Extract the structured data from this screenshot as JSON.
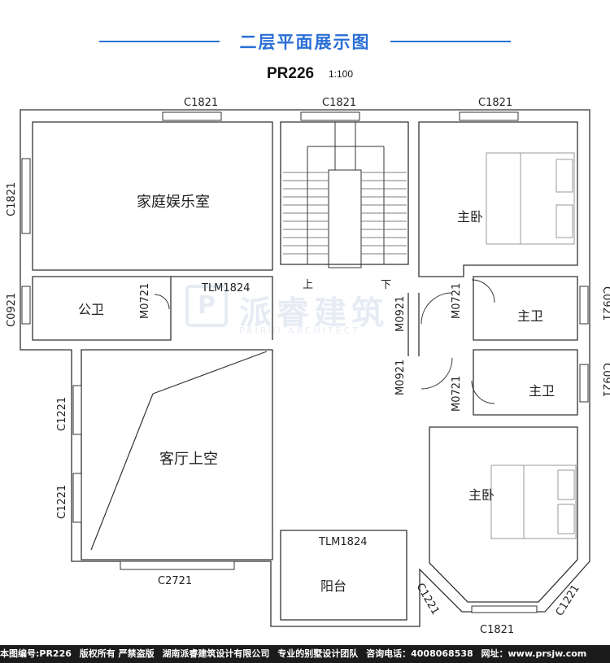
{
  "header": {
    "title": "二层平面展示图",
    "plan_code": "PR226",
    "scale": "1:100",
    "accent_color": "#2a6fd6"
  },
  "rooms": {
    "family_room": "家庭娱乐室",
    "public_bath": "公卫",
    "living_void": "客厅上空",
    "master_bedroom_top": "主卧",
    "master_bath_1": "主卫",
    "master_bath_2": "主卫",
    "master_bedroom_bottom": "主卧",
    "balcony": "阳台"
  },
  "stair": {
    "up": "上",
    "down": "下"
  },
  "windows": {
    "top_left": "C1821",
    "top_mid": "C1821",
    "top_right": "C1821",
    "left_family": "C1821",
    "left_bath": "C0921",
    "right_bath_1": "C0921",
    "right_bath_2": "C0921",
    "left_void_1": "C1221",
    "left_void_2": "C1221",
    "bottom_void": "C2721",
    "bay_left": "C1221",
    "bay_right": "C1221",
    "bay_bottom": "C1821"
  },
  "doors": {
    "slide_top": "TLM1824",
    "slide_bottom": "TLM1824",
    "public_bath": "M0721",
    "bedroom_top": "M0921",
    "bath_top": "M0721",
    "bedroom_bottom": "M0921",
    "bath_bottom": "M0721"
  },
  "watermark": {
    "logo": "P",
    "cn": "派睿建筑",
    "en": "PAIRUI ARCHITECT"
  },
  "footer": {
    "plan_id": "本图编号:PR226",
    "copyright": "版权所有 严禁盗版",
    "company": "湖南派睿建筑设计有限公司",
    "slogan": "专业的别墅设计团队",
    "phone": "咨询电话：4008068538",
    "website": "网址：www.prsjw.com"
  }
}
